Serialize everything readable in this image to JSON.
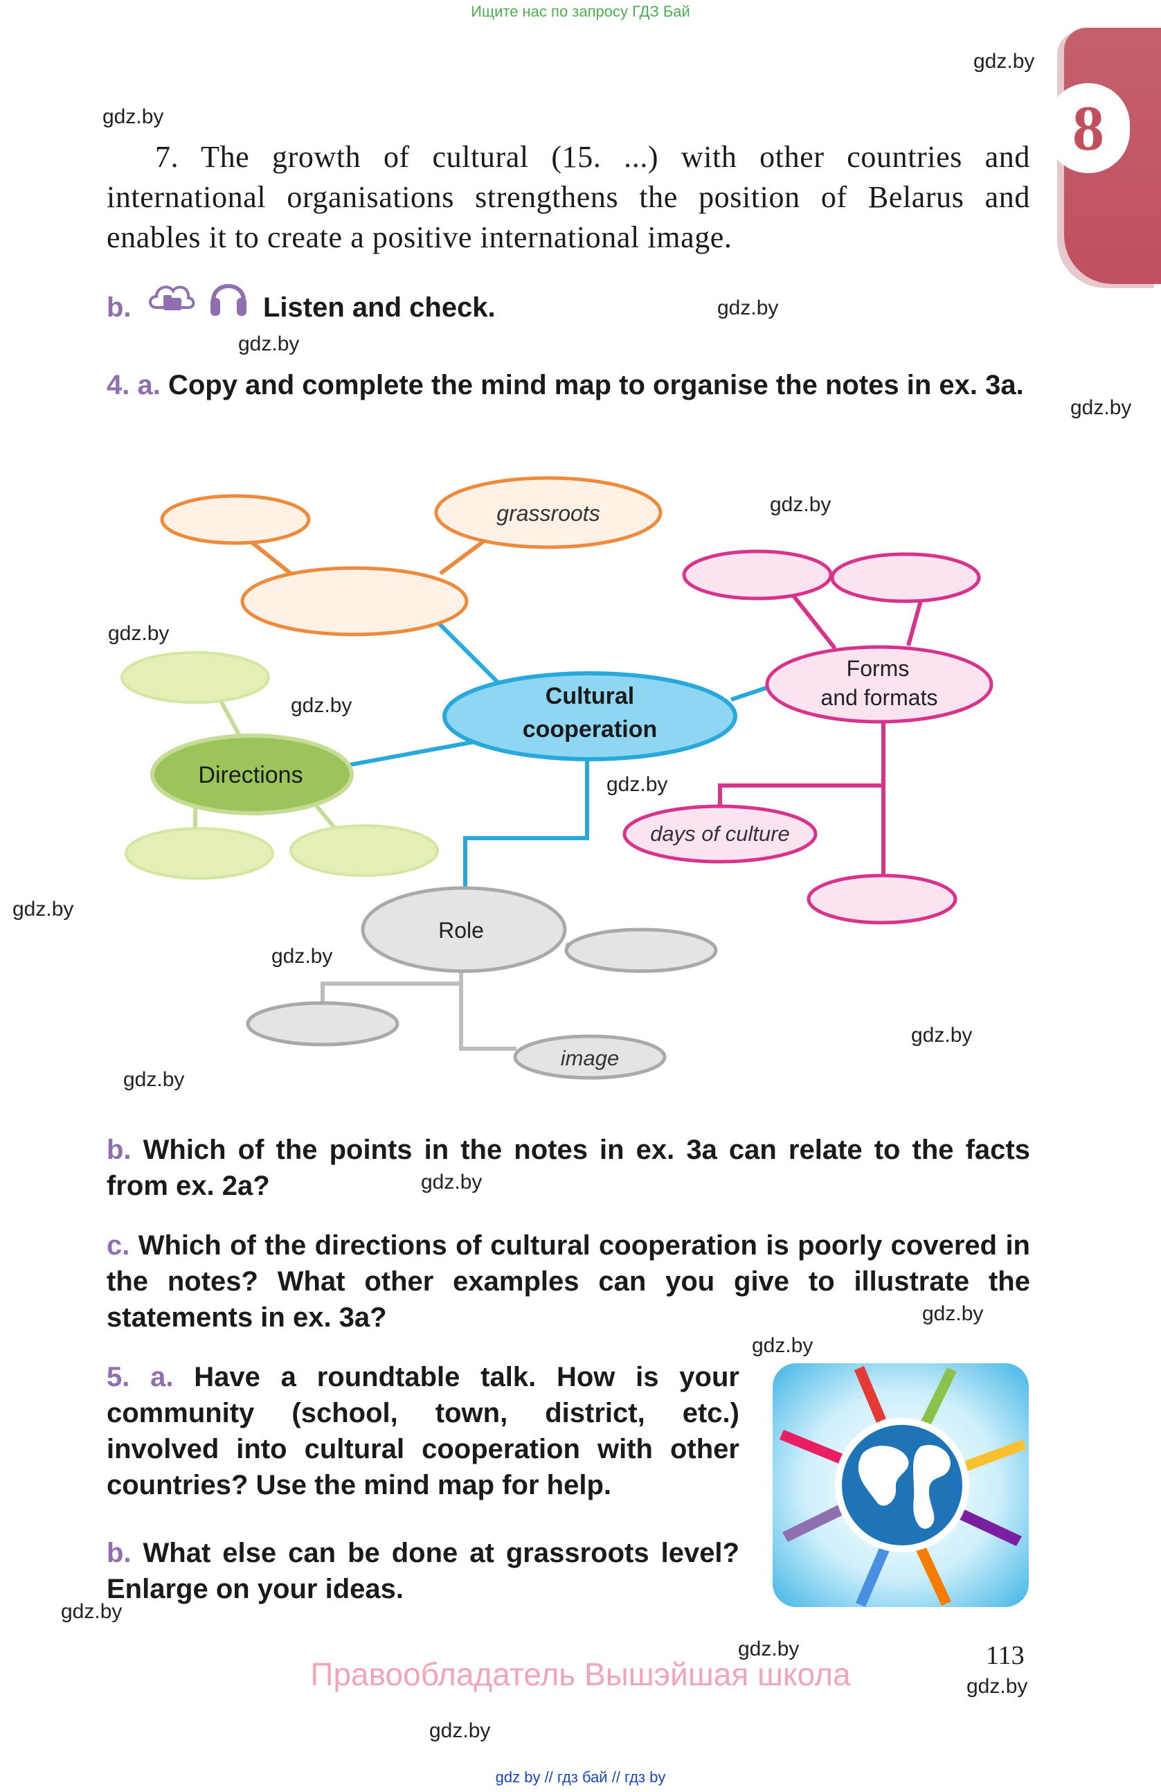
{
  "banner": "Ищите нас по запросу ГДЗ Бай",
  "watermark": "gdz.by",
  "chapter_number": "8",
  "item7": "7. The growth of cultural (15. ...) with other countries and international organisations strengthens the position of Belarus and enables it to create a positive international image.",
  "task_b1": {
    "label": "b.",
    "text": "Listen and check."
  },
  "task_4a": {
    "label": "4. a.",
    "text": "Copy and complete the mind map to organise the notes in ex. 3a."
  },
  "mind_map": {
    "center": [
      "Cultural",
      "cooperation"
    ],
    "forms": [
      "Forms",
      "and formats"
    ],
    "grassroots": "grassroots",
    "directions": "Directions",
    "days": "days of culture",
    "role": "Role",
    "image": "image",
    "colors": {
      "orange": "#ee8a3c",
      "blue": "#29a8dc",
      "magenta": "#d8338c",
      "green": "#9bc45a",
      "gray": "#a9a9a9"
    }
  },
  "task_4b": {
    "label": "b.",
    "text": "Which of the points in the notes in ex. 3a can relate to the facts from ex. 2a?"
  },
  "task_4c": {
    "label": "c.",
    "text": "Which of the directions of cultural cooperation is poorly covered in the notes? What other examples can you give to illustrate the statements in ex. 3a?"
  },
  "task_5a": {
    "label": "5. a.",
    "text": "Have a roundtable talk. How is your community (school, town, district, etc.) involved into cultural cooperation with other countries? Use the mind map for help."
  },
  "task_5b": {
    "label": "b.",
    "text": "What else can be done at grassroots level? Enlarge on your ideas."
  },
  "page_number": "113",
  "copyright": "Правообладатель Вышэйшая школа",
  "footer": "gdz by  //  гдз бай  //  гдз by"
}
